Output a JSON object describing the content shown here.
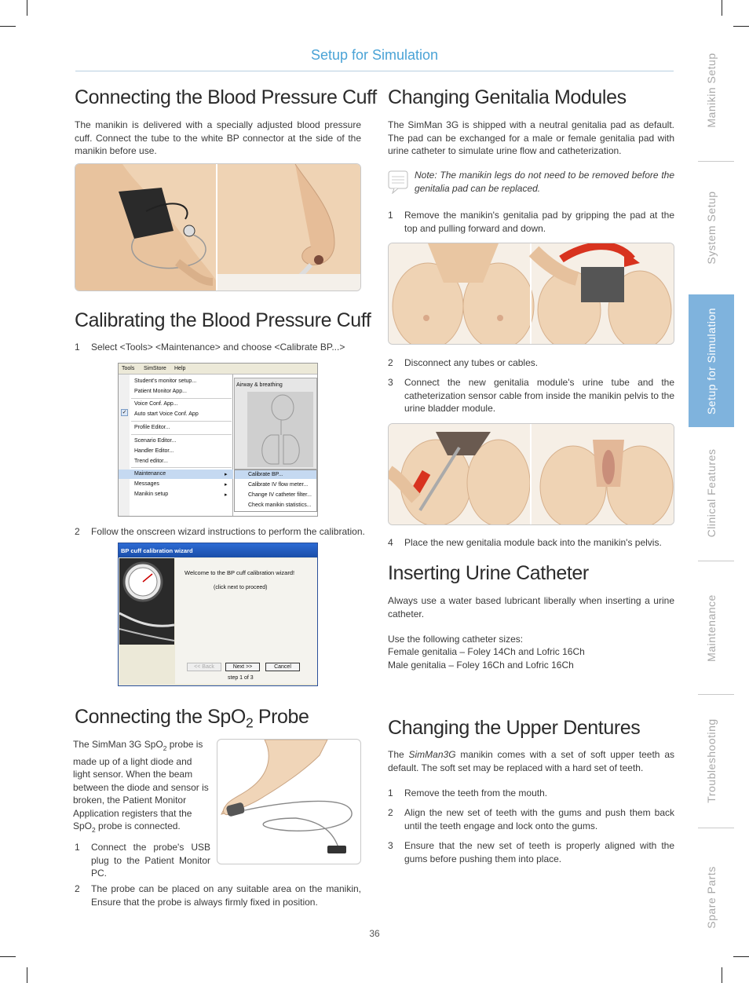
{
  "header": {
    "title": "Setup for Simulation"
  },
  "left": {
    "bp_cuff": {
      "title": "Connecting the Blood Pressure Cuff",
      "body": "The manikin is delivered with a specially adjusted blood pressure cuff.  Connect the tube to the white BP connector at the side of the manikin before use."
    },
    "calibrate": {
      "title": "Calibrating the Blood Pressure Cuff",
      "steps": [
        {
          "num": "1",
          "text": "Select <Tools> <Maintenance> and choose <Calibrate BP...>"
        },
        {
          "num": "2",
          "text": "Follow the onscreen wizard instructions to perform the calibration."
        }
      ],
      "menu": {
        "menubar": [
          "Tools",
          "SimStore",
          "Help"
        ],
        "items": [
          "Student's monitor setup...",
          "Patient Monitor App...",
          "Voice Conf. App...",
          "Auto start Voice Conf. App",
          "Profile Editor...",
          "Scenario Editor...",
          "Handler Editor...",
          "Trend editor...",
          "Maintenance",
          "Messages",
          "Manikin setup"
        ],
        "panel_title": "Airway & breathing",
        "submenu": [
          "Calibrate BP...",
          "Calibrate IV flow meter...",
          "Change IV catheter filter...",
          "Check manikin statistics..."
        ]
      },
      "wizard": {
        "title": "BP cuff calibration wizard",
        "welcome": "Welcome to the BP cuff calibration wizard!",
        "hint": "(click next to proceed)",
        "back": "<< Back",
        "next": "Next >>",
        "cancel": "Cancel",
        "step": "step 1 of 3"
      }
    },
    "spo2": {
      "title_a": "Connecting the SpO",
      "title_sub": "2",
      "title_b": " Probe",
      "body_1": "The SimMan 3G SpO",
      "body_sub": "2",
      "body_2": " probe is made up of a light diode and light sensor.  When the beam between the diode and sensor is broken, the Patient Monitor Application registers that the SpO",
      "body_sub2": "2",
      "body_3": " probe is connected.",
      "steps": [
        {
          "num": "1",
          "text": "Connect the probe's USB plug to the Patient Monitor PC."
        },
        {
          "num": "2",
          "text": "The probe can be placed on any suitable area on the manikin, Ensure that the probe is always firmly fixed in position."
        }
      ]
    }
  },
  "right": {
    "genitalia": {
      "title": "Changing Genitalia Modules",
      "body": "The SimMan 3G is shipped with a neutral genitalia pad as default. The pad can be exchanged for a male or female genitalia pad with urine catheter to simulate urine flow and catheterization.",
      "note": "Note: The manikin legs do not need to be removed before the genitalia pad can be replaced.",
      "steps": [
        {
          "num": "1",
          "text": "Remove the manikin's genitalia pad by gripping the pad at the top and pulling forward and down."
        },
        {
          "num": "2",
          "text": "Disconnect any tubes or cables."
        },
        {
          "num": "3",
          "text": "Connect the new genitalia module's urine tube and the catheterization sensor cable from inside the manikin pelvis to the urine bladder module."
        },
        {
          "num": "4",
          "text": "Place the new genitalia module back into the manikin's pelvis."
        }
      ]
    },
    "catheter": {
      "title": "Inserting Urine Catheter",
      "body": "Always use a water based lubricant liberally when inserting a urine catheter.",
      "sizes_intro": "Use the following catheter sizes:",
      "female": "Female genitalia – Foley 14Ch and Lofric 16Ch",
      "male": "Male genitalia – Foley 16Ch and Lofric 16Ch"
    },
    "dentures": {
      "title": "Changing the Upper Dentures",
      "body_1": "The ",
      "body_em": "SimMan3G",
      "body_2": " manikin comes with a set of soft upper teeth as default. The soft set may be replaced with a hard set of teeth.",
      "steps": [
        {
          "num": "1",
          "text": "Remove the teeth from the mouth."
        },
        {
          "num": "2",
          "text": "Align the new set of teeth with the gums and push them back until the teeth engage and lock onto the gums."
        },
        {
          "num": "3",
          "text": "Ensure that the new set of teeth is properly aligned with the gums before pushing them into place."
        }
      ]
    }
  },
  "side_tabs": [
    "Manikin Setup",
    "System Setup",
    "Setup for Simulation",
    "Clinical Features",
    "Maintenance",
    "Troubleshooting",
    "Spare Parts"
  ],
  "active_tab": "Setup for Simulation",
  "page_number": "36",
  "colors": {
    "accent": "#4aa3d6",
    "tab_active": "#7fb3dd",
    "skin": "#efd3b4"
  }
}
